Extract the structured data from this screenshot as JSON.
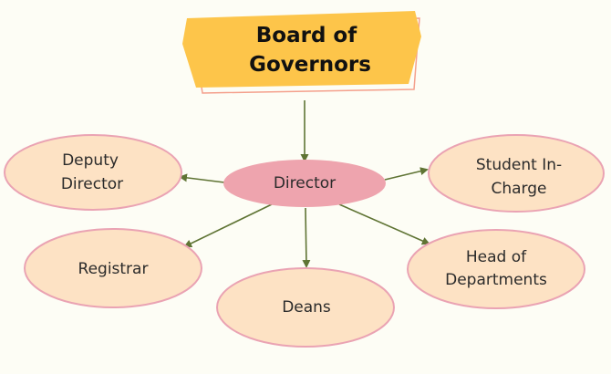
{
  "colors": {
    "background": "#fdfdf5",
    "title_fill": "#fdc54a",
    "title_border": "#f4a08c",
    "director_fill": "#eea4ae",
    "node_fill": "#fde2c4",
    "node_border": "#eaa3b3",
    "arrow": "#5f7434"
  },
  "title": {
    "line1": "Board of",
    "line2": "Governors"
  },
  "director": {
    "label": "Director"
  },
  "nodes": {
    "deputy_director": {
      "line1": "Deputy",
      "line2": "Director"
    },
    "student_in_charge": {
      "line1": "Student In-",
      "line2": "Charge"
    },
    "registrar": {
      "label": "Registrar"
    },
    "deans": {
      "label": "Deans"
    },
    "head_of_departments": {
      "line1": "Head of",
      "line2": "Departments"
    }
  }
}
